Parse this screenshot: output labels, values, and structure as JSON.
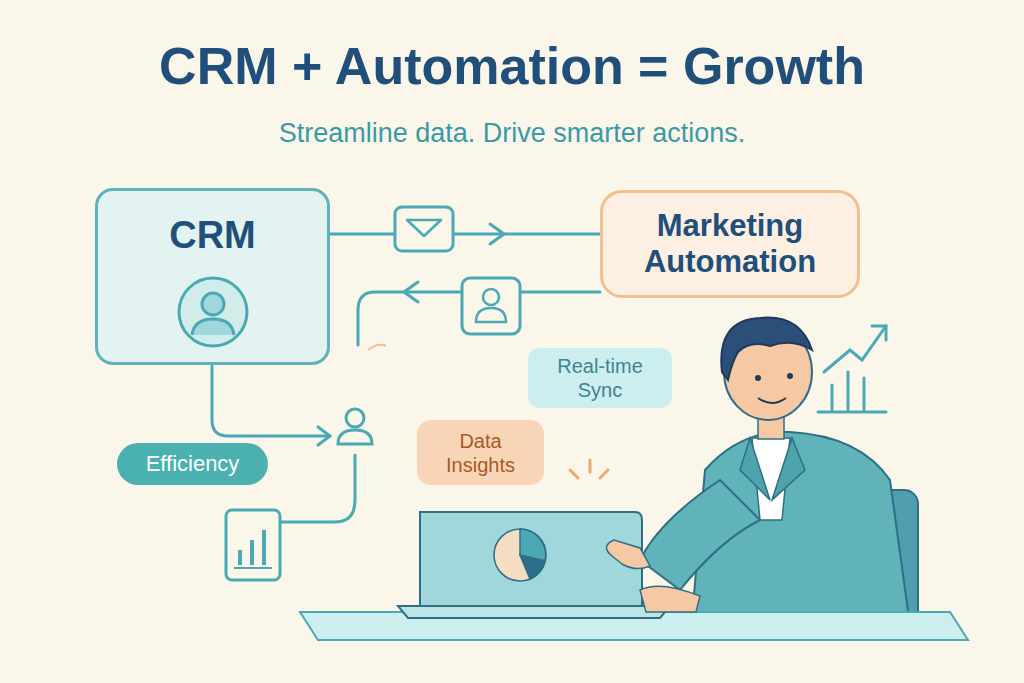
{
  "diagram": {
    "title": "CRM + Automation = Growth",
    "caption": "Streamline data. Drive smarter actions.",
    "nodes": [
      {
        "text": [
          "CRM"
        ]
      },
      {
        "text": [
          "Marketing Automation"
        ]
      },
      {
        "text": [
          "Real-time Sync"
        ]
      },
      {
        "text": [
          "Data Insights"
        ]
      },
      {
        "text": [
          "Efficiency"
        ]
      }
    ],
    "edges": [
      {
        "from": 0,
        "to": 1,
        "arrow": "to"
      }
    ]
  }
}
